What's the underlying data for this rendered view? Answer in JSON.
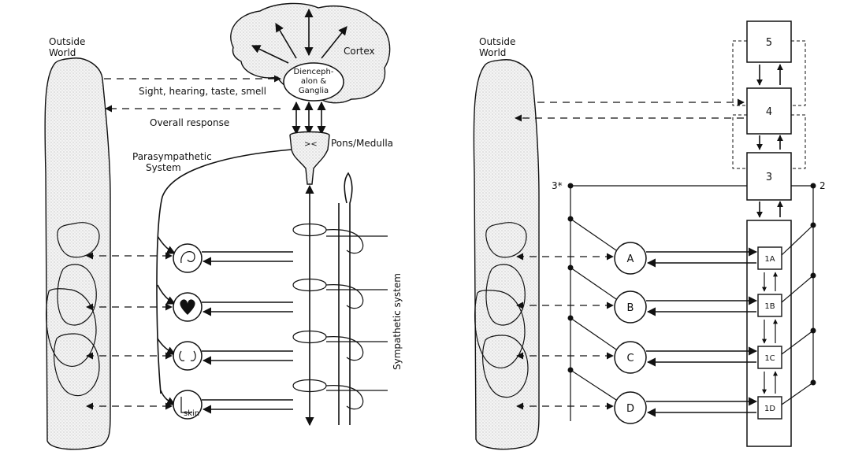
{
  "left_diagram": {
    "outside_world_line1": "Outside",
    "outside_world_line2": "World",
    "cortex": "Cortex",
    "diencephalon_line1": "Dienceph-",
    "diencephalon_line2": "alon &",
    "diencephalon_line3": "Ganglia",
    "senses": "Sight, hearing, taste, smell",
    "overall_response": "Overall response",
    "pons_medulla": "Pons/Medulla",
    "parasympathetic_line1": "Parasympathetic",
    "parasympathetic_line2": "System",
    "sympathetic": "Sympathetic system",
    "skin": "skin"
  },
  "right_diagram": {
    "outside_world_line1": "Outside",
    "outside_world_line2": "World",
    "levels": [
      "5",
      "4",
      "3"
    ],
    "subsystems": [
      "1A",
      "1B",
      "1C",
      "1D"
    ],
    "organs": [
      "A",
      "B",
      "C",
      "D"
    ],
    "label_3star": "3*",
    "label_2": "2"
  }
}
